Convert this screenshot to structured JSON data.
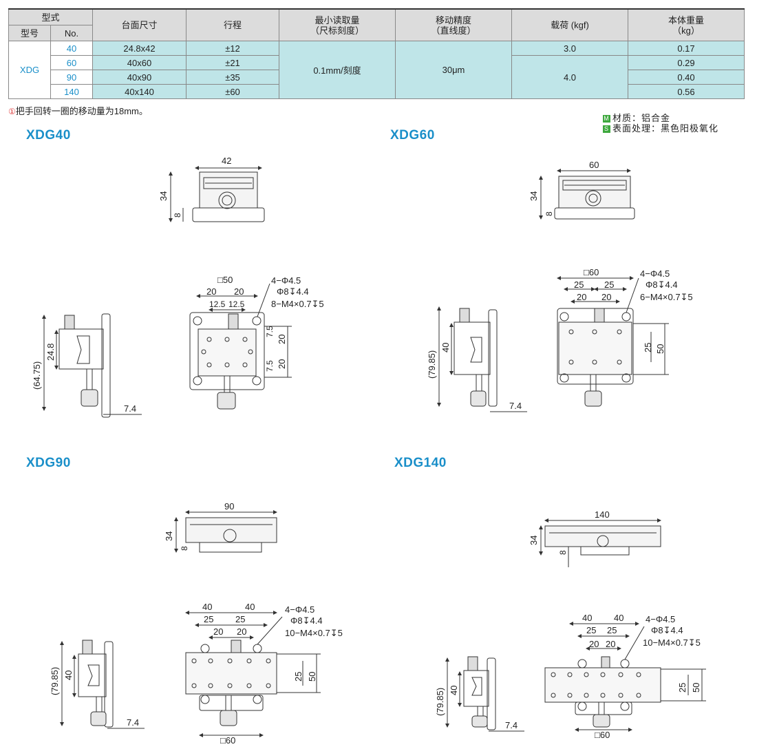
{
  "table": {
    "h_type": "型式",
    "h_model": "型号",
    "h_no": "No.",
    "h_size": "台面尺寸",
    "h_stroke": "行程",
    "h_read1": "最小读取量",
    "h_read2": "（尺标刻度）",
    "h_acc1": "移动精度",
    "h_acc2": "（直线度）",
    "h_load": "载荷 (kgf)",
    "h_wt1": "本体重量",
    "h_wt2": "（kg）",
    "model": "XDG",
    "read_value": "0.1mm/刻度",
    "acc_value": "30μm",
    "rows": [
      {
        "no": "40",
        "size": "24.8x42",
        "stroke": "±12",
        "weight": "0.17"
      },
      {
        "no": "60",
        "size": "40x60",
        "stroke": "±21",
        "weight": "0.29"
      },
      {
        "no": "90",
        "size": "40x90",
        "stroke": "±35",
        "weight": "0.40"
      },
      {
        "no": "140",
        "size": "40x140",
        "stroke": "±60",
        "weight": "0.56"
      }
    ],
    "load_a": "3.0",
    "load_b": "4.0"
  },
  "note": {
    "mark": "①",
    "text": "把手回转一圈的移动量为18mm。"
  },
  "material": {
    "m_tag": "M",
    "m_text": "材质：铝合金",
    "s_tag": "S",
    "s_text": "表面处理：黑色阳极氧化"
  },
  "titles": {
    "xdg40": "XDG40",
    "xdg60": "XDG60",
    "xdg90": "XDG90",
    "xdg140": "XDG140"
  },
  "dims": {
    "d42": "42",
    "d60": "60",
    "d90": "90",
    "d140": "140",
    "d34": "34",
    "d8": "8",
    "sq50": "□50",
    "sq60": "□60",
    "d20": "20",
    "d25": "25",
    "d40": "40",
    "d12_5": "12.5",
    "d7_5": "7.5",
    "d24_8": "24.8",
    "d64_75": "(64.75)",
    "d79_85": "(79.85)",
    "d7_4": "7.4",
    "d50": "50",
    "hole1": "4−Φ4.5",
    "hole2": "Φ8↧4.4",
    "tap8": "8−M4×0.7↧5",
    "tap6": "6−M4×0.7↧5",
    "tap10": "10−M4×0.7↧5"
  }
}
